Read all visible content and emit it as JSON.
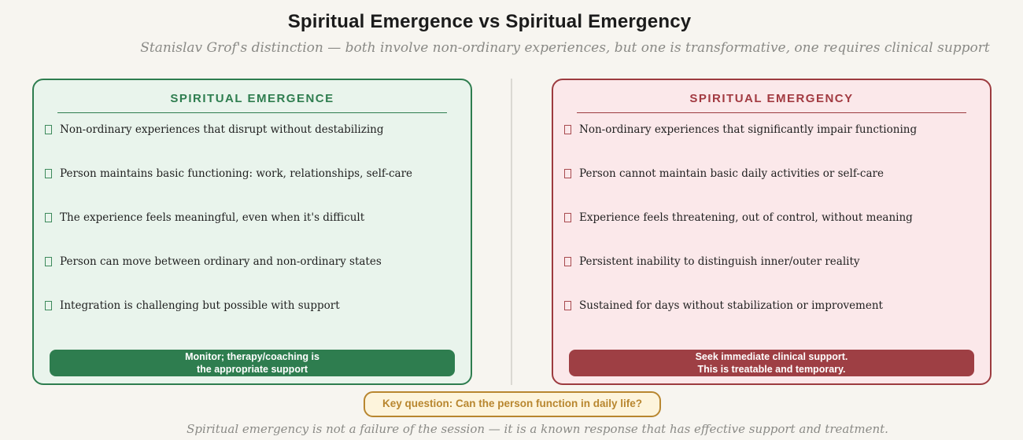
{
  "header": {
    "title": "Spiritual Emergence vs Spiritual Emergency",
    "subtitle": "Stanislav Grof's distinction — both involve non-ordinary experiences, but one is transformative, one requires clinical support"
  },
  "panels": {
    "emergence": {
      "title": "SPIRITUAL EMERGENCE",
      "accent_color": "#2e7d4f",
      "background_color": "#e9f4ec",
      "items": [
        "Non-ordinary experiences that disrupt without destabilizing",
        "Person maintains basic functioning: work, relationships, self-care",
        "The experience feels meaningful, even when it's difficult",
        "Person can move between ordinary and non-ordinary states",
        "Integration is challenging but possible with support"
      ],
      "action": {
        "line1": "Monitor; therapy/coaching is",
        "line2": "the appropriate support",
        "background_color": "#2e7d4f"
      }
    },
    "emergency": {
      "title": "SPIRITUAL EMERGENCY",
      "accent_color": "#9c3b3f",
      "background_color": "#fbe8ea",
      "items": [
        "Non-ordinary experiences that significantly impair functioning",
        "Person cannot maintain basic daily activities or self-care",
        "Experience feels threatening, out of control, without meaning",
        "Persistent inability to distinguish inner/outer reality",
        "Sustained for days without stabilization or improvement"
      ],
      "action": {
        "line1": "Seek immediate clinical support.",
        "line2": "This is treatable and temporary.",
        "background_color": "#9e3f44"
      }
    }
  },
  "key_question": {
    "label": "Key question: Can the person function in daily life?",
    "accent_color": "#b8862f",
    "background_color": "#fdf4dc"
  },
  "footer": {
    "note": "Spiritual emergency is not a failure of the session — it is a known response that has effective support and treatment."
  }
}
